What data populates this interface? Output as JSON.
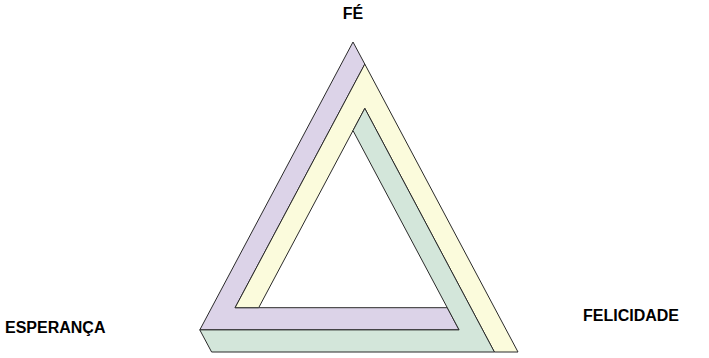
{
  "diagram": {
    "labels": [
      "FÉ",
      "ESPERANÇA",
      "FELICIDADE"
    ]
  }
}
